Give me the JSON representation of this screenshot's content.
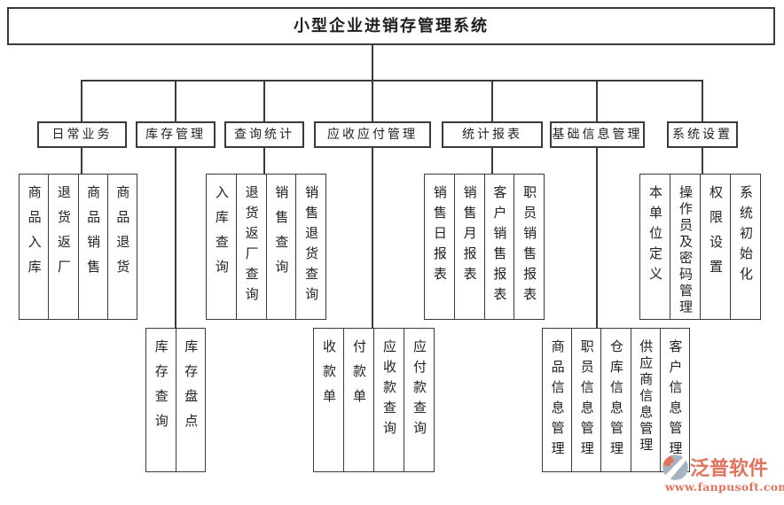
{
  "title": "小型企业进销存管理系统",
  "branches": [
    {
      "label": "日常业务",
      "children": [
        "商品入库",
        "退货返厂",
        "商品销售",
        "商品退货"
      ]
    },
    {
      "label": "库存管理",
      "children": [
        "库存查询",
        "库存盘点"
      ]
    },
    {
      "label": "查询统计",
      "children": [
        "入库查询",
        "退货返厂查询",
        "销售查询",
        "销售退货查询"
      ]
    },
    {
      "label": "应收应付管理",
      "children": [
        "收款单",
        "付款单",
        "应收款查询",
        "应付款查询"
      ]
    },
    {
      "label": "统计报表",
      "children": [
        "销售日报表",
        "销售月报表",
        "客户销售报表",
        "职员销售报表"
      ]
    },
    {
      "label": "基础信息管理",
      "children": [
        "商品信息管理",
        "职员信息管理",
        "仓库信息管理",
        "供应商信息管理",
        "客户信息管理"
      ]
    },
    {
      "label": "系统设置",
      "children": [
        "本单位定义",
        "操作员及密码管理",
        "权限设置",
        "系统初始化"
      ]
    }
  ],
  "watermark": {
    "brand": "泛普软件",
    "url": "www.fanpusoft.com",
    "accent_color": "#e2735d",
    "icon_color": "#a7b3c2"
  },
  "colors": {
    "line": "#3a3a3a",
    "background": "#ffffff"
  }
}
